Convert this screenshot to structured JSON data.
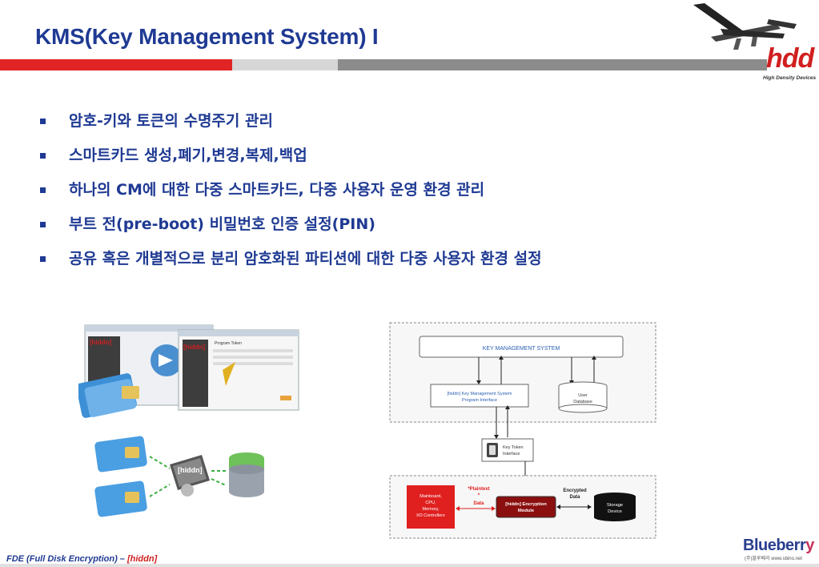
{
  "title": "KMS(Key Management System) I",
  "logo": {
    "brand": "hdd",
    "tagline": "High Density Devices"
  },
  "bullets": [
    "암호-키와 토큰의 수명주기 관리",
    "스마트카드 생성,폐기,변경,복제,백업",
    "하나의 CM에 대한 다중 스마트카드, 다중 사용자 운영 환경 관리",
    "부트 전(pre-boot) 비밀번호 인증 설정(PIN)",
    "공유 혹은 개별적으로 분리 암호화된 파티션에 대한 다중 사용자 환경 설정"
  ],
  "screenshots": {
    "window1_logo": "[hiddn]",
    "window2_logo": "[hiddn]",
    "window2_title": "Program Token",
    "chip_label": "[hiddn]"
  },
  "diagram": {
    "kms_box": "KEY MANAGEMENT SYSTEM",
    "program_interface_line1": "[hiddn] Key Management System",
    "program_interface_line2": "Program Interface",
    "user_db_line1": "User",
    "user_db_line2": "Database",
    "key_token_line1": "Key Token",
    "key_token_line2": "Interface",
    "mainboard_lines": [
      "Mainboard,",
      "CPU,",
      "Memory,",
      "I/O Controllers"
    ],
    "plaintext_line1": "*Plaintext",
    "plaintext_line2": "*",
    "plaintext_line3": "Data",
    "encryption_line1": "[hiddn] Encryption",
    "encryption_line2": "Module",
    "encrypted_line1": "Encrypted",
    "encrypted_line2": "Data",
    "storage_line1": "Storage",
    "storage_line2": "Device"
  },
  "footer": {
    "prefix": "FDE (Full Disk Encryption) – ",
    "highlight": "[hiddn]"
  },
  "brand2": {
    "name_main": "Blueberr",
    "name_end": "y",
    "sub": "(주)블루베리 www.sbino.net"
  },
  "colors": {
    "title_blue": "#1f3a93",
    "accent_red": "#e02424",
    "gray": "#8c8c8c"
  }
}
